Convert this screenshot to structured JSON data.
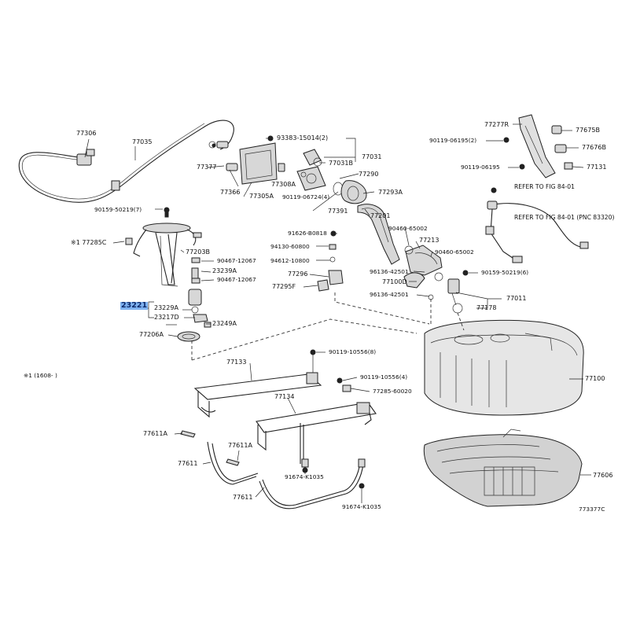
{
  "diagram": {
    "id_code": "773377C",
    "footnote": "※1 (1608-   )",
    "refer_1": "REFER TO\nFIG 84-01",
    "refer_2": "REFER TO\nFIG 84-01\n(PNC 83320)",
    "labels": {
      "p77306": "77306",
      "p77035": "77035",
      "p93383": "93383-15014(2)",
      "p77031": "77031",
      "p77031b": "77031B",
      "p77290": "77290",
      "p77377": "77377",
      "p77308a": "77308A",
      "p77366": "77366",
      "p77305a": "77305A",
      "p90119_06724": "90119-06724(4)",
      "p77293a": "77293A",
      "p77391": "77391",
      "p90159_50219_7": "90159-50219(7)",
      "p77201": "77201",
      "p77285c": "※1 77285C",
      "p77203b": "77203B",
      "p91626": "91626-B0818",
      "p90460_65002a": "90460-65002",
      "p94130": "94130-60800",
      "p77213": "77213",
      "p90467a": "90467-12067",
      "p23239a": "23239A",
      "p94612": "94612-10800",
      "p90460_65002b": "90460-65002",
      "p90467b": "90467-12067",
      "p77296": "77296",
      "p96136a": "96136-42501",
      "p90159_50219_6": "90159-50219(6)",
      "p77295f": "77295F",
      "p77100d": "77100D",
      "p96136b": "96136-42501",
      "p77011": "77011",
      "p23221": "23221",
      "p23229a": "23229A",
      "p23217d": "23217D",
      "p77178": "77178",
      "p23249a": "23249A",
      "p77206a": "77206A",
      "p77100": "77100",
      "p90119_10556_8": "90119-10556(8)",
      "p77133": "77133",
      "p90119_10556_4": "90119-10556(4)",
      "p77285_60020": "77285-60020",
      "p77134": "77134",
      "p77611a_1": "77611A",
      "p77611a_2": "77611A",
      "p77611_1": "77611",
      "p91674a": "91674-K1035",
      "p77606": "77606",
      "p77611_2": "77611",
      "p91674b": "91674-K1035",
      "p77277r": "77277R",
      "p77675b": "77675B",
      "p90119_06195_2": "90119-06195(2)",
      "p77676b": "77676B",
      "p90119_06195": "90119-06195",
      "p77131": "77131"
    }
  }
}
